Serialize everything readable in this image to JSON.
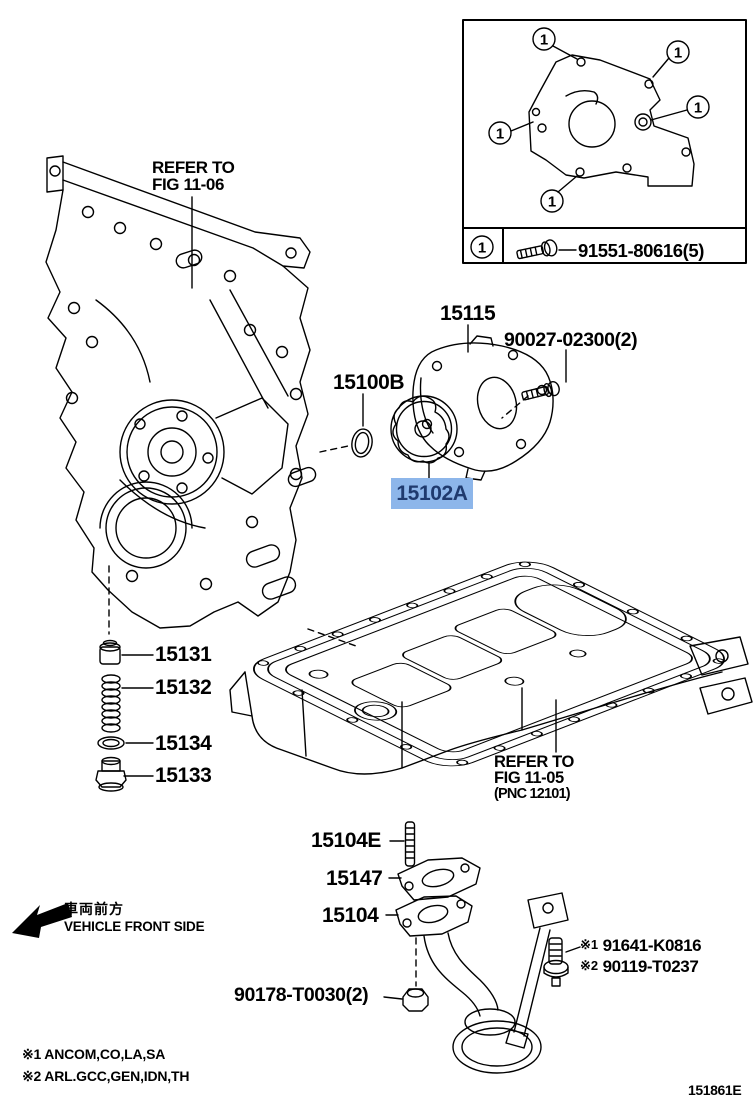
{
  "doc": {
    "code": "151861E"
  },
  "colors": {
    "highlight_bg": "#8db6ea",
    "highlight_fg": "#1f3a6e",
    "line": "#000000"
  },
  "inset": {
    "callout_number": "1",
    "legend_part": "91551-80616(5)"
  },
  "refs": {
    "fig1106": {
      "line1": "REFER TO",
      "line2": "FIG 11-06"
    },
    "fig1105": {
      "line1": "REFER TO",
      "line2": "FIG 11-05",
      "line3": "(PNC 12101)"
    }
  },
  "parts": {
    "pump_body": "15115",
    "pump_bolt": "90027-02300(2)",
    "oring": "15100B",
    "rotor_set": "15102A",
    "relief_piston": "15131",
    "relief_spring": "15132",
    "relief_washer": "15134",
    "relief_plug": "15133",
    "strainer_stud": "15104E",
    "strainer_gasket": "15147",
    "strainer": "15104",
    "strainer_nut": "90178-T0030(2)",
    "stay_bolt_1_ref": "※1",
    "stay_bolt_1": "91641-K0816",
    "stay_bolt_2_ref": "※2",
    "stay_bolt_2": "90119-T0237"
  },
  "orientation": {
    "jp": "車両前方",
    "en": "VEHICLE FRONT SIDE"
  },
  "footnotes": {
    "note1": "※1 ANCOM,CO,LA,SA",
    "note2": "※2 ARL.GCC,GEN,IDN,TH"
  }
}
